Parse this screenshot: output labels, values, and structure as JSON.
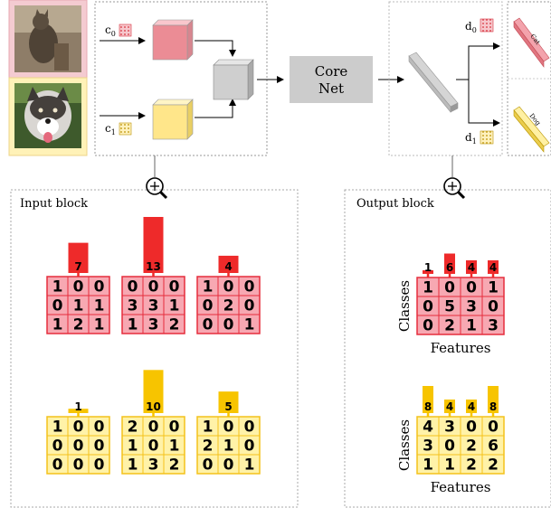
{
  "colors": {
    "red_fill": "#f7a8b2",
    "red_stroke": "#e52d3c",
    "red_bar": "#ee2a2a",
    "yellow_fill": "#fff2a8",
    "yellow_stroke": "#f4c21b",
    "yellow_bar": "#f7c400",
    "core_fill": "#cccccc"
  },
  "pipeline": {
    "c0": "c",
    "c0_sub": "0",
    "c1": "c",
    "c1_sub": "1",
    "core_line1": "Core",
    "core_line2": "Net",
    "d0": "d",
    "d0_sub": "0",
    "d1": "d",
    "d1_sub": "1",
    "cat_label": "Cat",
    "dog_label": "Dog",
    "zoom_icon_1": "zoom-in-icon",
    "zoom_icon_2": "zoom-in-icon"
  },
  "input_block": {
    "title": "Input block",
    "red": [
      {
        "sum": "7",
        "matrix": [
          [
            "1",
            "0",
            "0"
          ],
          [
            "0",
            "1",
            "1"
          ],
          [
            "1",
            "2",
            "1"
          ]
        ]
      },
      {
        "sum": "13",
        "matrix": [
          [
            "0",
            "0",
            "0"
          ],
          [
            "3",
            "3",
            "1"
          ],
          [
            "1",
            "3",
            "2"
          ]
        ]
      },
      {
        "sum": "4",
        "matrix": [
          [
            "1",
            "0",
            "0"
          ],
          [
            "0",
            "2",
            "0"
          ],
          [
            "0",
            "0",
            "1"
          ]
        ]
      }
    ],
    "yellow": [
      {
        "sum": "1",
        "matrix": [
          [
            "1",
            "0",
            "0"
          ],
          [
            "0",
            "0",
            "0"
          ],
          [
            "0",
            "0",
            "0"
          ]
        ]
      },
      {
        "sum": "10",
        "matrix": [
          [
            "2",
            "0",
            "0"
          ],
          [
            "1",
            "0",
            "1"
          ],
          [
            "1",
            "3",
            "2"
          ]
        ]
      },
      {
        "sum": "5",
        "matrix": [
          [
            "1",
            "0",
            "0"
          ],
          [
            "2",
            "1",
            "0"
          ],
          [
            "0",
            "0",
            "1"
          ]
        ]
      }
    ]
  },
  "output_block": {
    "title": "Output block",
    "red": {
      "row_label": "Classes",
      "col_label": "Features",
      "col_sums": [
        "1",
        "6",
        "4",
        "4"
      ],
      "matrix": [
        [
          "1",
          "0",
          "0",
          "1"
        ],
        [
          "0",
          "5",
          "3",
          "0"
        ],
        [
          "0",
          "2",
          "1",
          "3"
        ]
      ]
    },
    "yellow": {
      "row_label": "Classes",
      "col_label": "Features",
      "col_sums": [
        "8",
        "4",
        "4",
        "8"
      ],
      "matrix": [
        [
          "4",
          "3",
          "0",
          "0"
        ],
        [
          "3",
          "0",
          "2",
          "6"
        ],
        [
          "1",
          "1",
          "2",
          "2"
        ]
      ]
    }
  }
}
